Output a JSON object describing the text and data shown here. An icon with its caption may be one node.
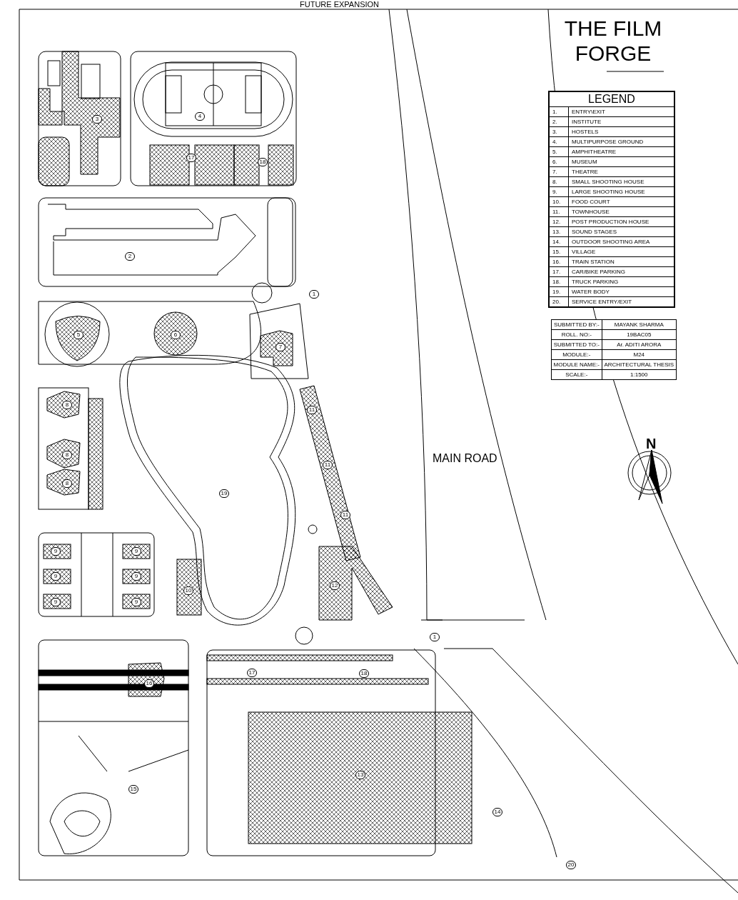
{
  "diagram": {
    "title": "THE FILM FORGE",
    "labels": [
      "FUTURE EXPANSION",
      "3",
      "4",
      "17",
      "18",
      "2",
      "1",
      "5",
      "6",
      "7",
      "11",
      "8",
      "11",
      "8",
      "19",
      "8",
      "11",
      "9",
      "9",
      "9",
      "9",
      "9",
      "9",
      "10",
      "12",
      "1",
      "16",
      "17",
      "18",
      "15",
      "13",
      "14",
      "20",
      "MAIN ROAD",
      "N",
      "LEGEND",
      "1.",
      "ENTRY\\EXIT",
      "2.",
      "INSTITUTE",
      "3.",
      "HOSTELS",
      "4.",
      "MULTIPURPOSE GROUND",
      "5.",
      "AMPHITHEATRE",
      "6.",
      "MUSEUM",
      "7.",
      "THEATRE",
      "8.",
      "SMALL SHOOTING HOUSE",
      "9.",
      "LARGE SHOOTING HOUSE",
      "10.",
      "FOOD COURT",
      "11.",
      "TOWNHOUSE",
      "12.",
      "POST PRODUCTION HOUSE",
      "13.",
      "SOUND STAGES",
      "14.",
      "OUTDOOR SHOOTING AREA",
      "15.",
      "VILLAGE",
      "16.",
      "TRAIN STATION",
      "17.",
      "CAR/BIKE PARKING",
      "18.",
      "TRUCK PARKING",
      "19.",
      "WATER BODY",
      "20.",
      "SERVICE ENTRY/EXIT",
      "SUBMITTED BY:-",
      "MAYANK SHARMA",
      "ROLL. NO:-",
      "19BAC05",
      "SUBMITTED TO:-",
      "Ar. ADITI ARORA",
      "MODULE:-",
      "M24",
      "MODULE NAME:-",
      "ARCHITECTURAL THESIS",
      "SCALE:-",
      "1:1500"
    ]
  }
}
